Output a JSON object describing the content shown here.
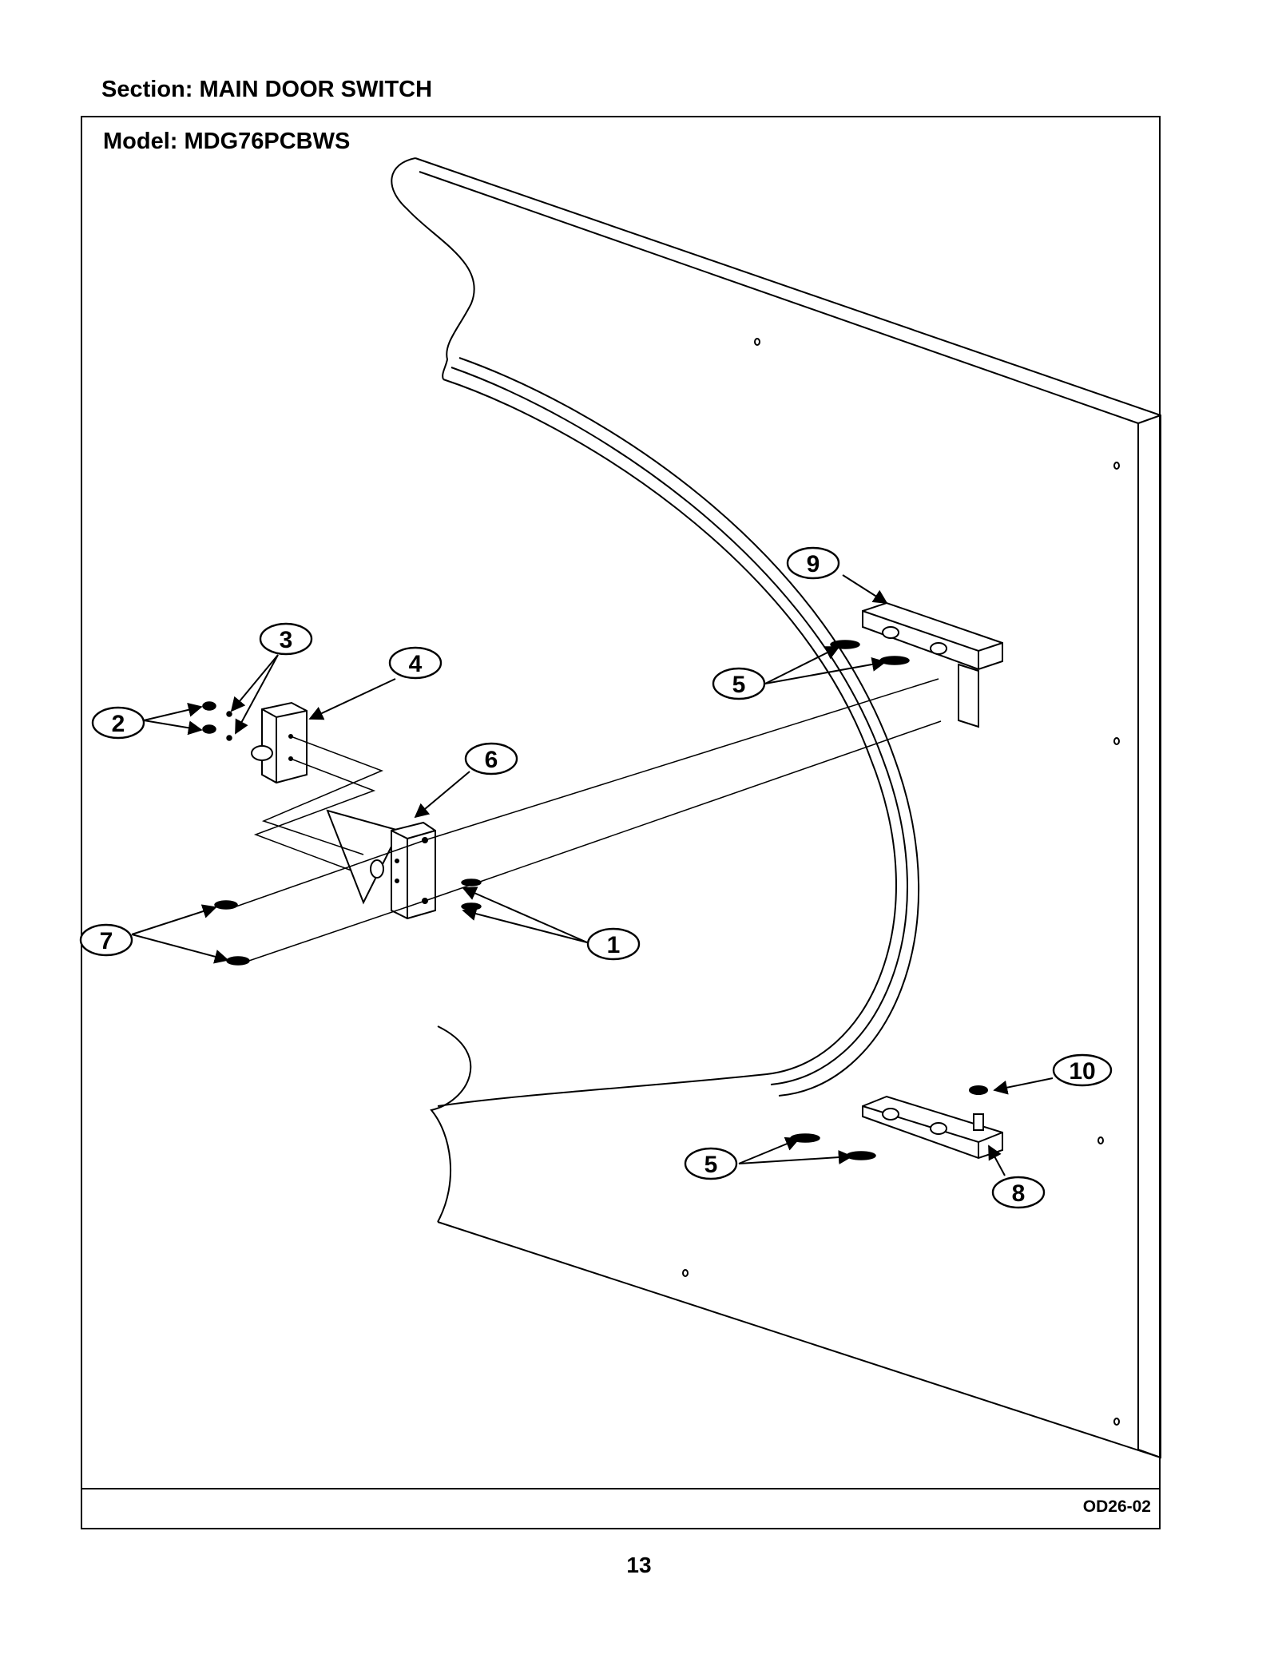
{
  "header": {
    "section_title": "Section:  MAIN DOOR SWITCH"
  },
  "diagram": {
    "model_title": "Model:  MDG76PCBWS",
    "drawing_code": "OD26-02",
    "callouts": [
      {
        "id": "callout-1",
        "label": "1"
      },
      {
        "id": "callout-2",
        "label": "2"
      },
      {
        "id": "callout-3",
        "label": "3"
      },
      {
        "id": "callout-4",
        "label": "4"
      },
      {
        "id": "callout-5-upper",
        "label": "5"
      },
      {
        "id": "callout-5-lower",
        "label": "5"
      },
      {
        "id": "callout-6",
        "label": "6"
      },
      {
        "id": "callout-7",
        "label": "7"
      },
      {
        "id": "callout-8",
        "label": "8"
      },
      {
        "id": "callout-9",
        "label": "9"
      },
      {
        "id": "callout-10",
        "label": "10"
      }
    ]
  },
  "footer": {
    "page_number": "13"
  }
}
